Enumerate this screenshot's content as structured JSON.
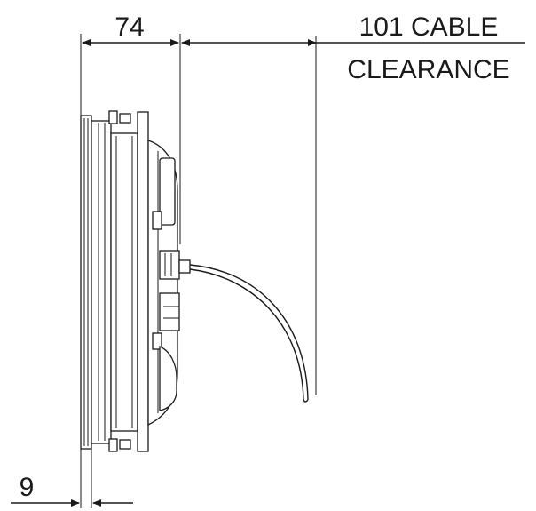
{
  "dimensions": {
    "depth": "74",
    "cable_clearance_value": "101 CABLE",
    "cable_clearance_label": "CLEARANCE",
    "flange": "9"
  },
  "colors": {
    "line": "#1a1a1a",
    "background": "#ffffff"
  }
}
